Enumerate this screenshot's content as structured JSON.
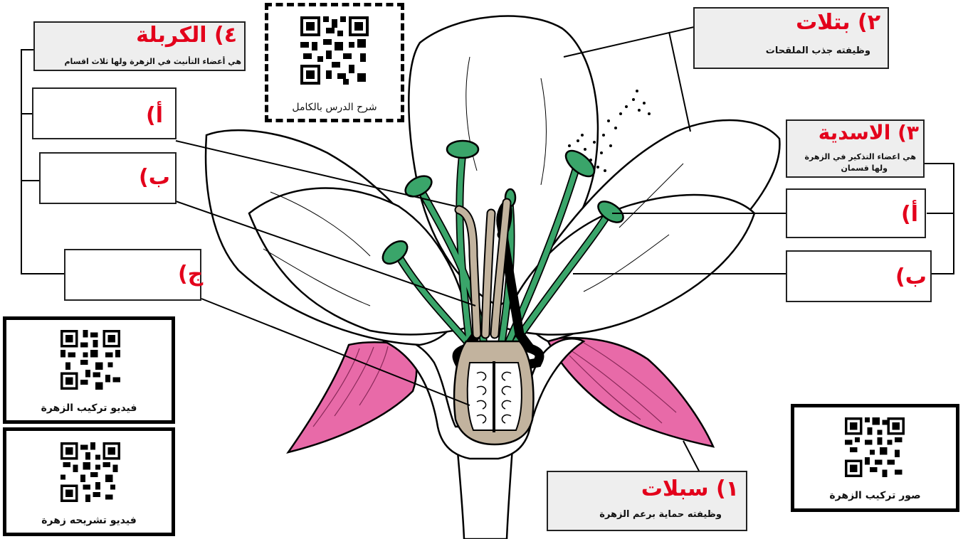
{
  "labels": {
    "sepals": {
      "title": "١) سبلات",
      "desc": "وظيفته حماية برعم الزهرة"
    },
    "petals": {
      "title": "٢) بتلات",
      "desc": "وظيفته جذب الملقحات"
    },
    "stamens": {
      "title": "٣) الاسدية",
      "desc_line1": "هي اعضاء التذكير في الزهرة",
      "desc_line2": "ولها قسمان"
    },
    "carpel": {
      "title": "٤) الكربلة",
      "desc": "هي أعضاء التأنيث في الزهرة ولها ثلاث اقسام"
    }
  },
  "letters": {
    "carpel_a": "أ)",
    "carpel_b": "ب)",
    "carpel_c": "ج)",
    "stamen_a": "أ)",
    "stamen_b": "ب)"
  },
  "qr": {
    "full_lesson": "شرح الدرس بالكامل",
    "video_structure": "فيديو تركيب الزهرة",
    "video_dissection": "فيديو تشريحه زهرة",
    "images_structure": "صور تركيب الزهرة"
  },
  "colors": {
    "accent_red": "#e3001b",
    "sepal_pink": "#e86aa8",
    "stamen_green": "#3aa56a",
    "carpel_tan": "#c2b39e",
    "label_bg": "#eeeeee"
  }
}
